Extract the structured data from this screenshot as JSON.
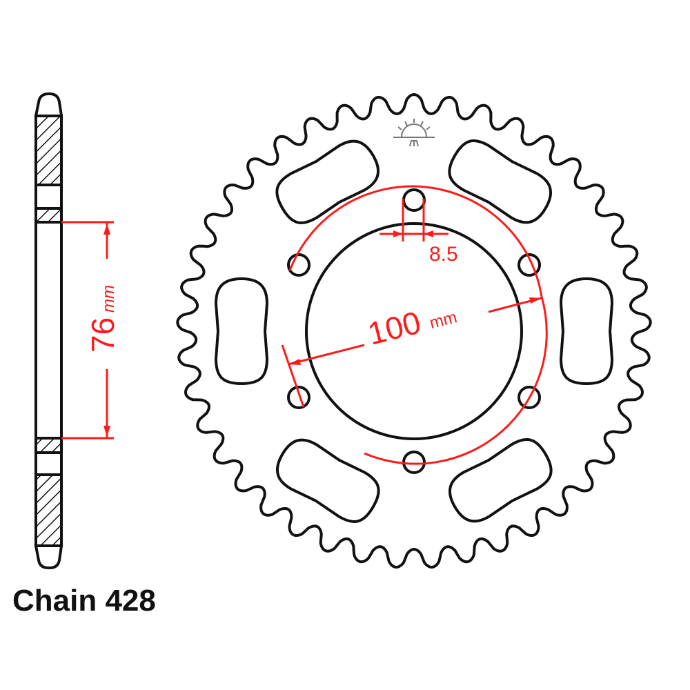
{
  "caption": "Chain 428",
  "side_view": {
    "dimension_value": "76",
    "dimension_unit": "mm"
  },
  "front_view": {
    "bolt_circle_value": "100",
    "bolt_circle_unit": "mm",
    "bolt_hole_value": "8.5",
    "teeth_count": 41,
    "bolt_holes": 6,
    "lightening_slots": 6
  },
  "colors": {
    "outline": "#111111",
    "dimension": "#ff1a1a",
    "logo": "#777777"
  }
}
